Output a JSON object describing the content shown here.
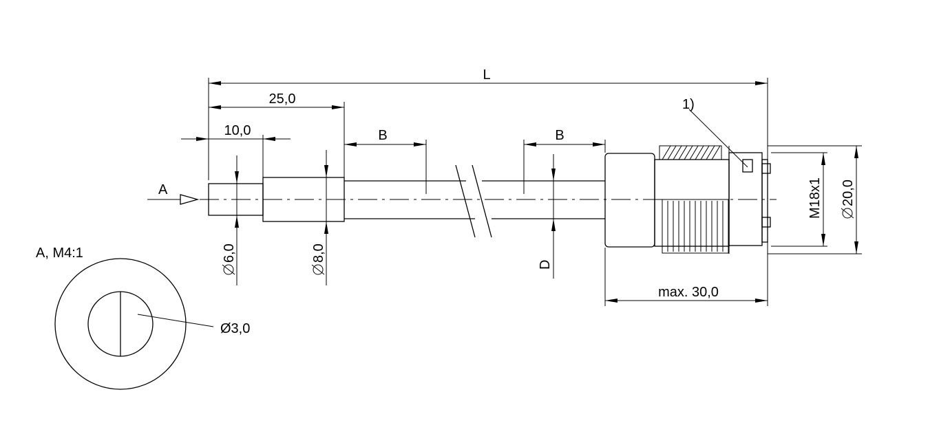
{
  "labels": {
    "overall_length": "L",
    "length_25": "25,0",
    "length_10": "10,0",
    "dim_b_left": "B",
    "dim_b_right": "B",
    "view_arrow": "A",
    "dia_6": "6,0",
    "dia_8": "8,0",
    "dim_d": "D",
    "note_1": "1)",
    "thread": "M18x1",
    "dia_20": "20,0",
    "max_30": "max. 30,0",
    "detail_view": "A, M4:1",
    "dia_3": "Ø3,0"
  },
  "icons": {
    "diameter_symbol": "diameter-symbol-icon",
    "view_arrow": "hollow-triangle-arrow-icon"
  }
}
